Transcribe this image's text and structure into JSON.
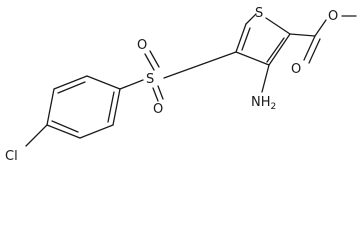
{
  "molecule": {
    "atoms": {
      "sulfur_ring": "S",
      "sulfonyl_sulfur": "S",
      "sulfonyl_oxygen_top": "O",
      "sulfonyl_oxygen_bottom": "O",
      "carbonyl_oxygen": "O",
      "ester_oxygen": "O",
      "amino_group": "NH",
      "amino_subscript": "2",
      "chlorine": "Cl"
    }
  }
}
